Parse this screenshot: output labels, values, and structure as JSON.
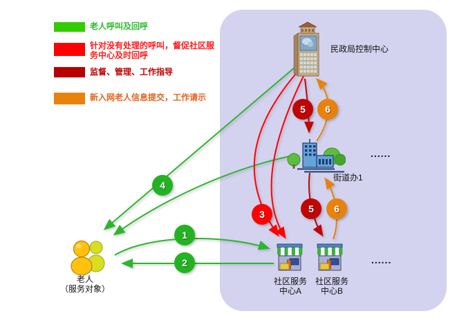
{
  "legend": {
    "items": [
      {
        "label": "老人呼叫及回呼",
        "color": "#33CC00"
      },
      {
        "label": "针对没有处理的呼叫，督促社区服务中心及时回呼",
        "color": "#FF0000"
      },
      {
        "label": "监督、管理、工作指导",
        "color": "#B80000"
      },
      {
        "label": "新入网老人信息提交，工作请示",
        "color": "#E8820C"
      }
    ]
  },
  "nodes": {
    "control_center": {
      "label": "民政局控制中心"
    },
    "street_office": {
      "label": "街道办1",
      "more": "......"
    },
    "center_a": {
      "line1": "社区服务",
      "line2": "中心A"
    },
    "center_b": {
      "line1": "社区服务",
      "line2": "中心B"
    },
    "centers_more": "......",
    "elderly": {
      "line1": "老人",
      "line2": "（服务对象）"
    }
  },
  "badges": {
    "n1": "1",
    "n2": "2",
    "n3": "3",
    "n4": "4",
    "n5_upper": "5",
    "n6_upper": "6",
    "n5_lower": "5",
    "n6_lower": "6"
  },
  "colors": {
    "green_arrow": "#2DB52D",
    "red_arrow": "#FF0000",
    "dark_red_arrow": "#C00505",
    "orange_arrow": "#E8820C",
    "panel_background": "#D3D3F0"
  }
}
